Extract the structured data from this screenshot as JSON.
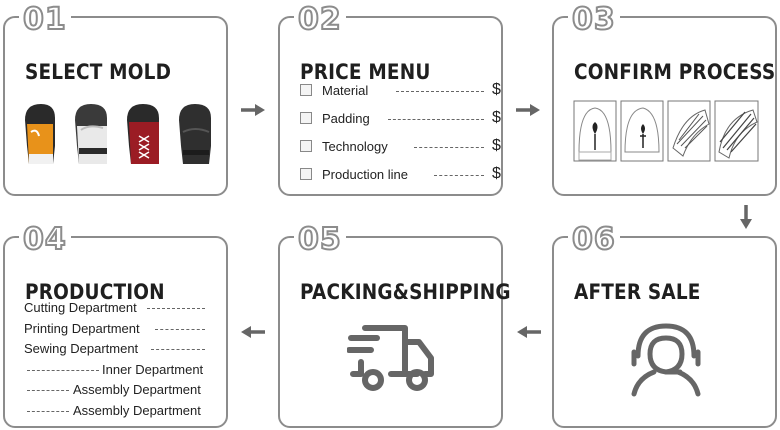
{
  "steps": [
    {
      "number": "01",
      "title": "SELECT MOLD"
    },
    {
      "number": "02",
      "title": "PRICE MENU"
    },
    {
      "number": "03",
      "title": "CONFIRM PROCESS"
    },
    {
      "number": "04",
      "title": "PRODUCTION"
    },
    {
      "number": "05",
      "title": "PACKING&SHIPPING"
    },
    {
      "number": "06",
      "title": "AFTER SALE"
    }
  ],
  "price_menu": {
    "items": [
      "Material",
      "Padding",
      "Technology",
      "Production line"
    ],
    "currency": "$"
  },
  "production": {
    "departments": [
      "Cutting Department",
      "Printing Department",
      "Sewing Department",
      "Inner Department",
      "Assembly Department",
      "Assembly Department"
    ]
  },
  "icons": {
    "packing": "delivery-truck-icon",
    "after_sale": "customer-service-headset-icon",
    "mold": "boxing-glove-icon"
  },
  "colors": {
    "border": "#8c8c8c",
    "arrow": "#666666",
    "icon": "#666666",
    "glove_orange": "#e8921a",
    "glove_red": "#9b1c24",
    "glove_black": "#2a2a2a"
  }
}
